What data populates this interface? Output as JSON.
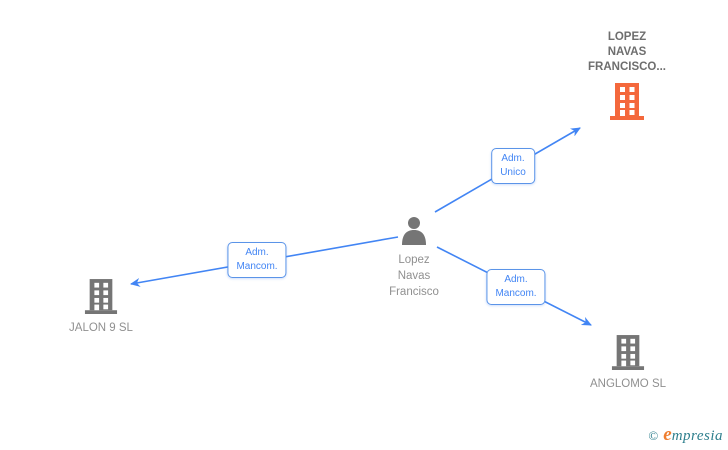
{
  "diagram": {
    "colors": {
      "edge": "#4285f4",
      "edge_border": "#5b94e8",
      "edge_label_blue": "#4285f4",
      "company_highlight": "#f4683c",
      "entity_gray": "#757575",
      "label_gray": "#909090",
      "title_gray": "#6e6e6e",
      "brand_teal": "#2e7f8d",
      "brand_orange": "#ef7d2f"
    },
    "nodes": [
      {
        "id": "company-lopez-navas-francisco",
        "type": "company",
        "label_lines": [
          "LOPEZ",
          "NAVAS",
          "FRANCISCO..."
        ]
      },
      {
        "id": "person-lopez-navas-francisco",
        "type": "person",
        "label_lines": [
          "Lopez",
          "Navas",
          "Francisco"
        ]
      },
      {
        "id": "company-jalon-9-sl",
        "type": "company",
        "label_lines": [
          "JALON 9 SL"
        ]
      },
      {
        "id": "company-anglomo-sl",
        "type": "company",
        "label_lines": [
          "ANGLOMO SL"
        ]
      }
    ],
    "edges": [
      {
        "source": "Lopez Navas Francisco",
        "target": "LOPEZ NAVAS FRANCISCO...",
        "label_lines": [
          "Adm.",
          "Unico"
        ]
      },
      {
        "source": "Lopez Navas Francisco",
        "target": "JALON 9 SL",
        "label_lines": [
          "Adm.",
          "Mancom."
        ]
      },
      {
        "source": "Lopez Navas Francisco",
        "target": "ANGLOMO SL",
        "label_lines": [
          "Adm.",
          "Mancom."
        ]
      }
    ]
  },
  "footer": {
    "copyright_symbol": "©",
    "brand_first": "e",
    "brand_rest": "mpresia"
  }
}
